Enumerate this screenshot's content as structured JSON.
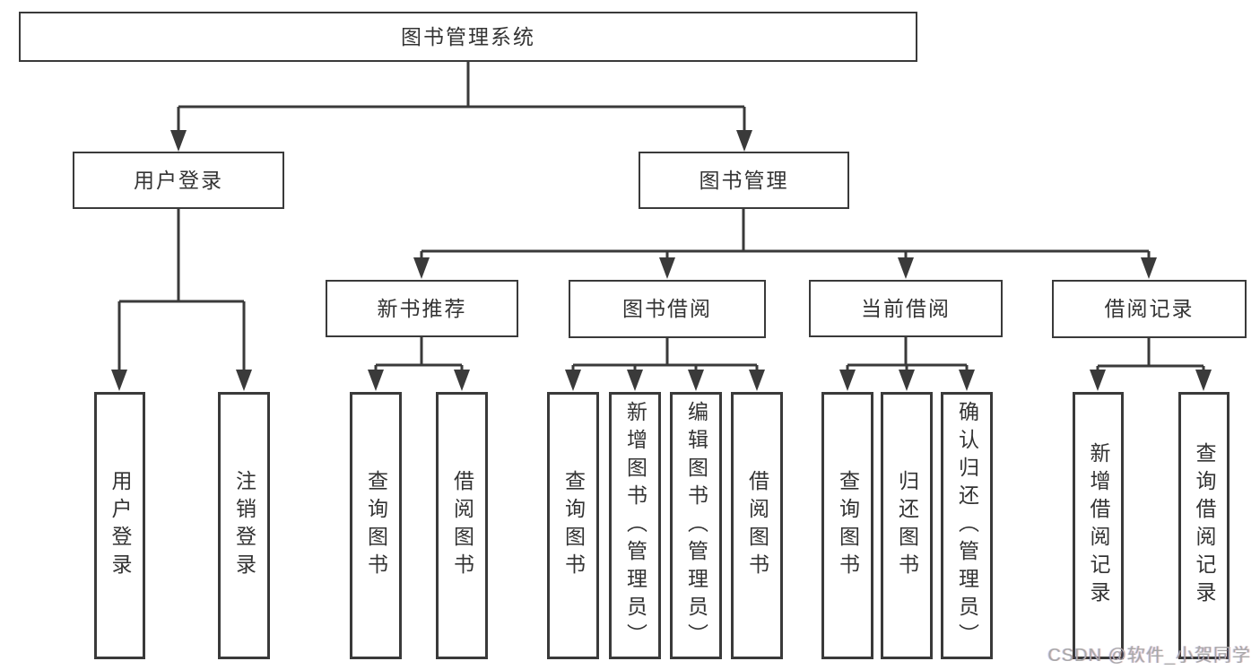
{
  "diagram": {
    "type": "tree-structure-chart",
    "colors": {
      "line": "#3a3a3a",
      "box_border": "#3a3a3a",
      "box_background": "#ffffff",
      "text": "#333333",
      "watermark": "#a8a8a8"
    },
    "watermark": "CSDN @软件_小贺同学",
    "nodes": {
      "root": "图书管理系统",
      "user_login": "用户登录",
      "book_mgmt": "图书管理",
      "new_books": "新书推荐",
      "book_borrow": "图书借阅",
      "current_borrow": "当前借阅",
      "borrow_records": "借阅记录",
      "leaf_user_login": "用户登录",
      "leaf_logout": "注销登录",
      "nb_query_books": "查询图书",
      "nb_borrow_books": "借阅图书",
      "bb_query_books": "查询图书",
      "bb_add_books": "新增图书（管理员）",
      "bb_edit_books": "编辑图书（管理员）",
      "bb_borrow_books": "借阅图书",
      "cb_query_books": "查询图书",
      "cb_return_books": "归还图书",
      "cb_confirm_return": "确认归还（管理员）",
      "br_add_record": "新增借阅记录",
      "br_query_record": "查询借阅记录"
    }
  }
}
